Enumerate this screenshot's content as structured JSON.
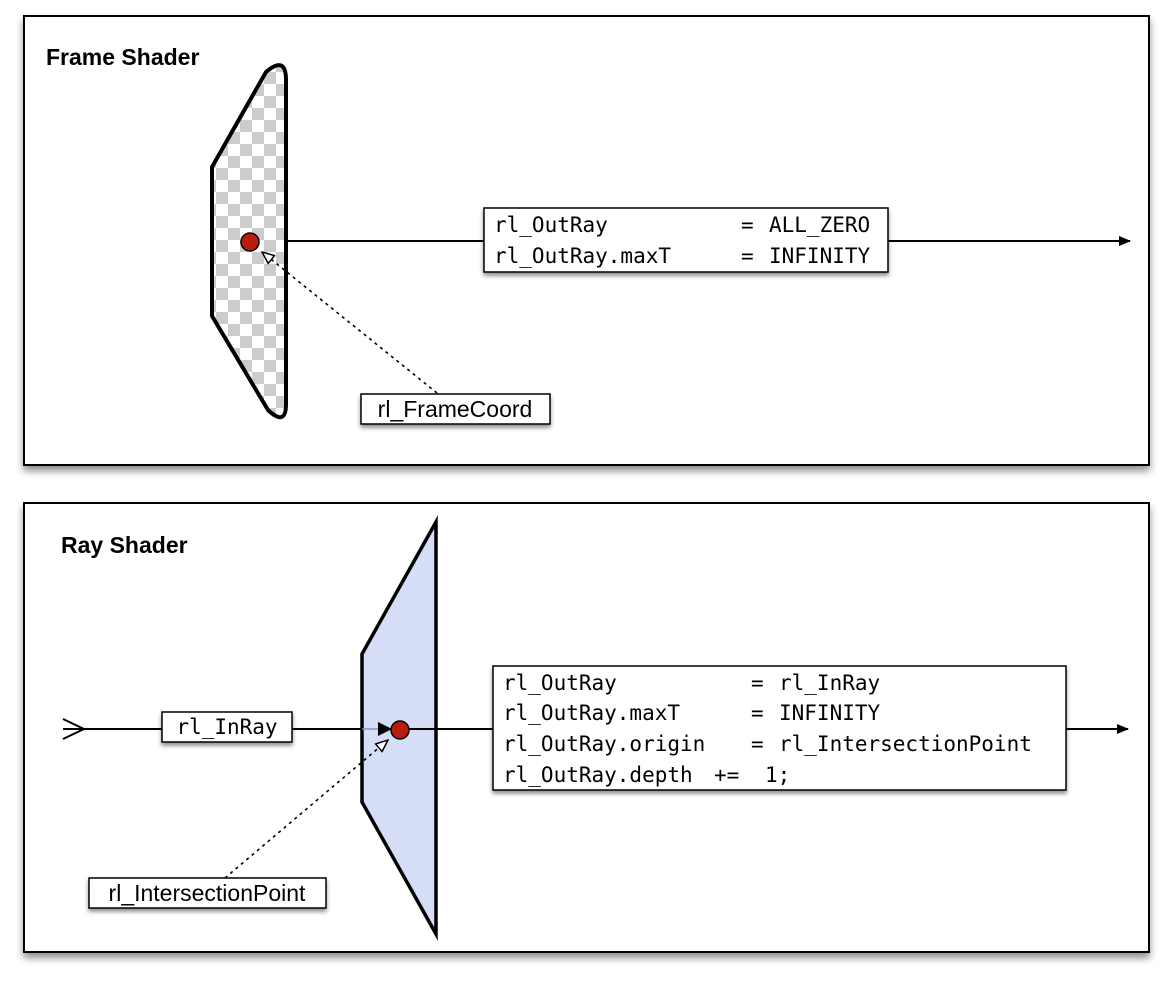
{
  "frame_panel": {
    "title": "Frame Shader",
    "point_label": "rl_FrameCoord",
    "code": [
      {
        "lhs": "rl_OutRay",
        "op": "=",
        "rhs": "ALL_ZERO"
      },
      {
        "lhs": "rl_OutRay.maxT",
        "op": "=",
        "rhs": "INFINITY"
      }
    ]
  },
  "ray_panel": {
    "title": "Ray Shader",
    "input_label": "rl_InRay",
    "point_label": "rl_IntersectionPoint",
    "code": [
      {
        "lhs": "rl_OutRay",
        "op": "=",
        "rhs": "rl_InRay"
      },
      {
        "lhs": "rl_OutRay.maxT",
        "op": "=",
        "rhs": "INFINITY"
      },
      {
        "lhs": "rl_OutRay.origin",
        "op": "=",
        "rhs": "rl_IntersectionPoint"
      },
      {
        "lhs": "rl_OutRay.depth",
        "op": "+=",
        "rhs": "1;"
      }
    ]
  },
  "colors": {
    "point": "#b71c0c",
    "ray_plane_fill": "#d5ddf7",
    "checker_light": "#ffffff",
    "checker_dark": "#cccccc"
  }
}
